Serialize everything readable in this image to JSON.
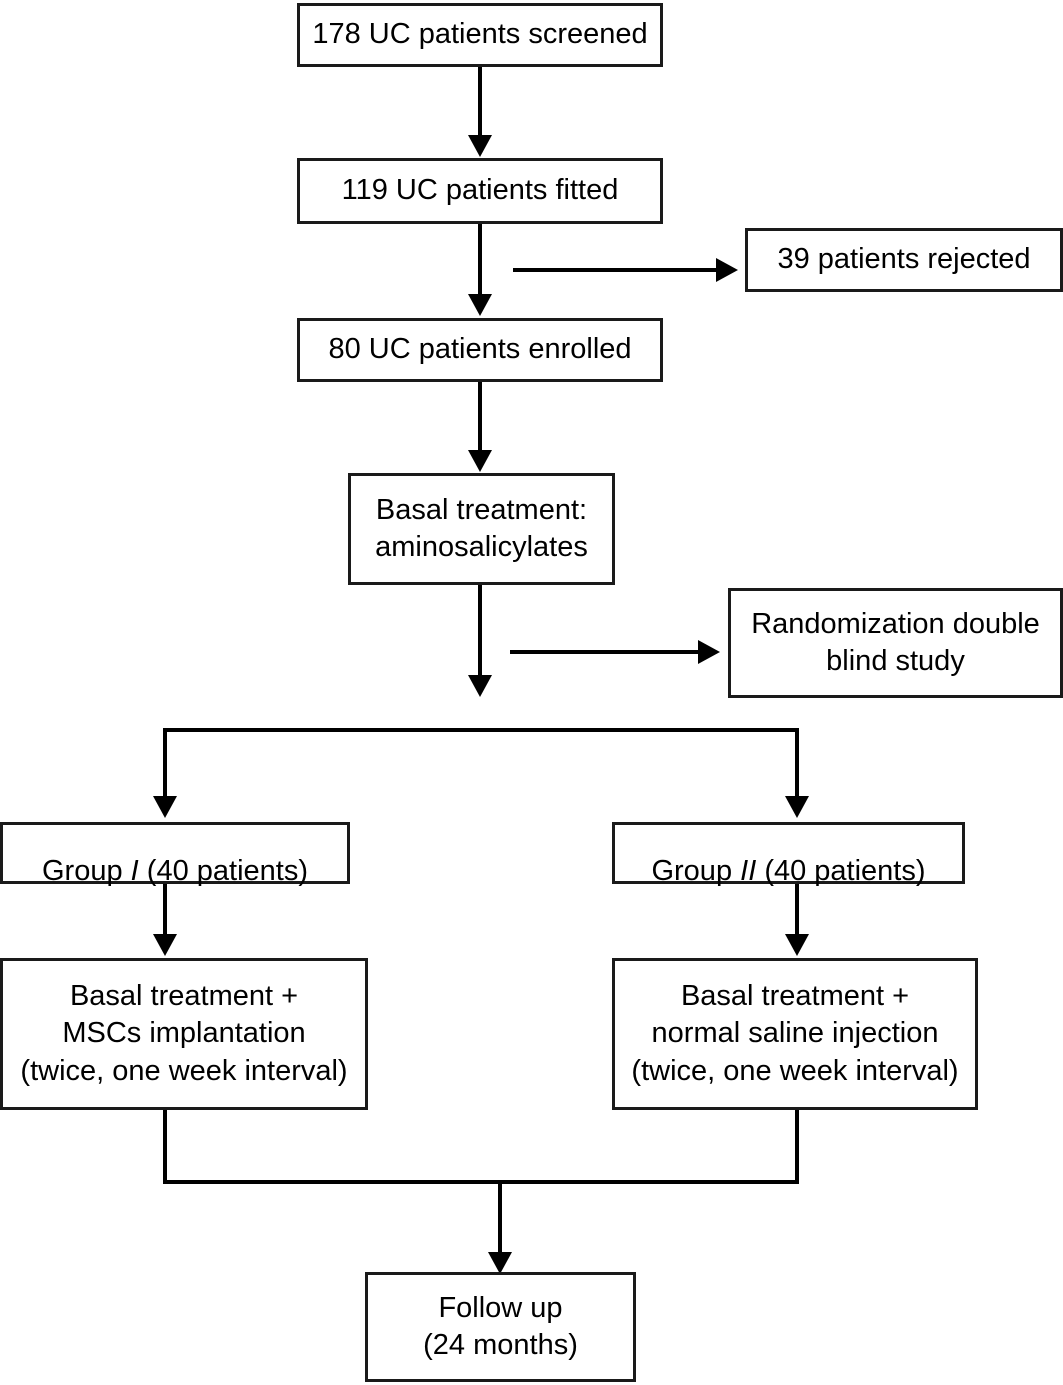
{
  "diagram": {
    "title": "UC patient trial flow diagram",
    "type": "flowchart",
    "colors": {
      "box_border": "#1a1a1a",
      "box_fill": "#ffffff",
      "connector": "#000000",
      "text": "#000000"
    },
    "nodes": {
      "screened": {
        "label": "178 UC patients screened",
        "count": 178
      },
      "fitted": {
        "label": "119 UC patients fitted",
        "count": 119
      },
      "rejected": {
        "label": "39 patients rejected",
        "count": 39
      },
      "enrolled": {
        "label": "80 UC patients enrolled",
        "count": 80
      },
      "basal_treatment": {
        "line1": "Basal treatment:",
        "line2": "aminosalicylates"
      },
      "randomization": {
        "line1": "Randomization double",
        "line2": "blind study"
      },
      "group_1": {
        "prefix": "Group ",
        "roman": "I",
        "suffix": " (40 patients)",
        "count": 40
      },
      "group_2": {
        "prefix": "Group ",
        "roman": "II",
        "suffix": " (40 patients)",
        "count": 40
      },
      "arm_1_treatment": {
        "line1": "Basal treatment +",
        "line2": "MSCs implantation",
        "line3": "(twice, one week interval)"
      },
      "arm_2_treatment": {
        "line1": "Basal treatment +",
        "line2": "normal saline injection",
        "line3": "(twice, one week interval)"
      },
      "follow_up": {
        "line1": "Follow up",
        "line2": "(24 months)",
        "duration_months": 24
      }
    },
    "connectors": [
      {
        "name": "screened-to-fitted",
        "kind": "arrow-down"
      },
      {
        "name": "fitted-to-enrolled",
        "kind": "arrow-down"
      },
      {
        "name": "fitted-to-rejected",
        "kind": "arrow-right"
      },
      {
        "name": "enrolled-to-basal",
        "kind": "arrow-down"
      },
      {
        "name": "basal-to-split",
        "kind": "arrow-down"
      },
      {
        "name": "basal-to-randomization",
        "kind": "arrow-right"
      },
      {
        "name": "split-to-group-1",
        "kind": "arrow-down"
      },
      {
        "name": "split-to-group-2",
        "kind": "arrow-down"
      },
      {
        "name": "group-1-to-arm-1",
        "kind": "arrow-down"
      },
      {
        "name": "group-2-to-arm-2",
        "kind": "arrow-down"
      },
      {
        "name": "arms-merge-to-follow-up",
        "kind": "arrow-down"
      }
    ]
  }
}
